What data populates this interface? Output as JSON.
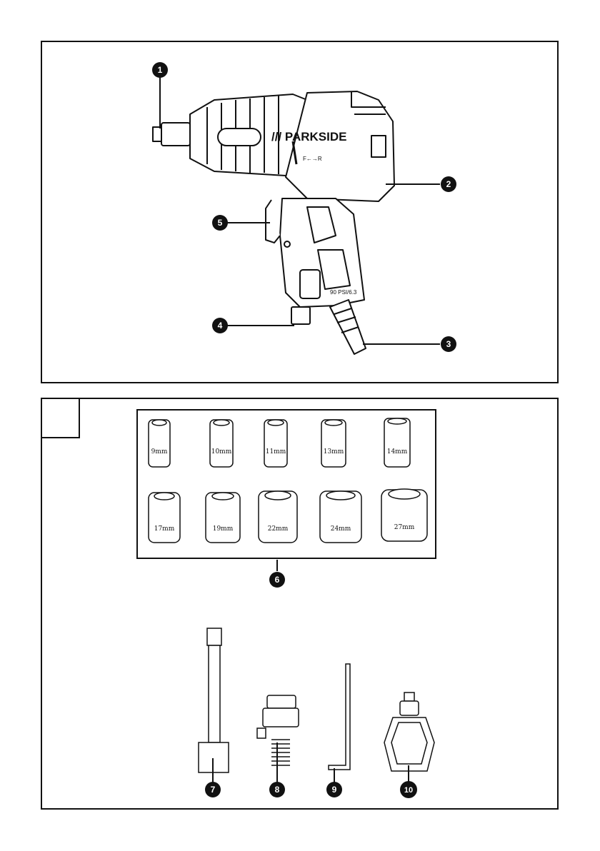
{
  "figure_a": {
    "brand": "/// PARKSIDE",
    "direction_mark": "F←→R",
    "pressure_mark": "90 PSI/6.3",
    "callouts": [
      {
        "num": "1",
        "part": "anvil"
      },
      {
        "num": "2",
        "part": "torque-selector"
      },
      {
        "num": "3",
        "part": "air-inlet"
      },
      {
        "num": "4",
        "part": "regulator"
      },
      {
        "num": "5",
        "part": "trigger"
      }
    ]
  },
  "figure_b": {
    "sockets_row1": [
      "9mm",
      "10mm",
      "11mm",
      "13mm",
      "14mm"
    ],
    "sockets_row2": [
      "17mm",
      "19mm",
      "22mm",
      "24mm",
      "27mm"
    ],
    "callouts": [
      {
        "num": "6",
        "part": "socket-set"
      },
      {
        "num": "7",
        "part": "extension-bar"
      },
      {
        "num": "8",
        "part": "connector"
      },
      {
        "num": "9",
        "part": "hex-key"
      },
      {
        "num": "10",
        "part": "universal-joint"
      }
    ]
  }
}
